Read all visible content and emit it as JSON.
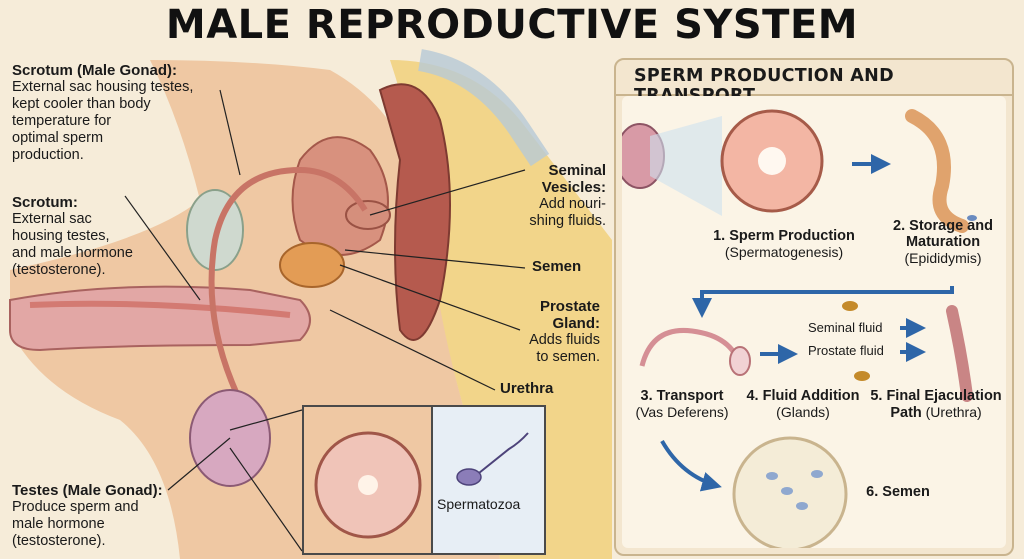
{
  "title": "MALE REPRODUCTIVE SYSTEM",
  "labels": {
    "scrotum_gonad": {
      "heading": "Scrotum (Male Gonad):",
      "lines": [
        "External sac housing testes,",
        "kept cooler than body",
        "temperature for",
        "optimal sperm",
        "production."
      ]
    },
    "scrotum": {
      "heading": "Scrotum:",
      "lines": [
        "External sac",
        "housing testes,",
        "and male hormone",
        "(testosterone)."
      ]
    },
    "testes": {
      "heading": "Testes (Male Gonad):",
      "lines": [
        "Produce sperm and",
        "male hormone",
        "(testosterone)."
      ]
    },
    "seminal_vesicles": {
      "heading1": "Seminal",
      "heading2": "Vesicles:",
      "lines": [
        "Add nouri-",
        "shing fluids."
      ]
    },
    "semen": {
      "heading": "Semen"
    },
    "prostate": {
      "heading1": "Prostate",
      "heading2": "Gland:",
      "lines": [
        "Adds fluids",
        "to semen."
      ]
    },
    "urethra": {
      "heading": "Urethra"
    },
    "spermatozoa": "Spermatozoa"
  },
  "panel": {
    "title": "SPERM PRODUCTION AND TRANSPORT",
    "steps": [
      {
        "title": "1. Sperm Production",
        "sub": "(Spermatogenesis)"
      },
      {
        "title1": "2. Storage and",
        "title2": "Maturation",
        "sub": "(Epididymis)"
      },
      {
        "title": "3. Transport",
        "sub": "(Vas Deferens)"
      },
      {
        "title": "4. Fluid Addition",
        "sub": "(Glands)"
      },
      {
        "title1": "5. Final Ejaculation",
        "title2": "Path",
        "sub": "(Urethra)"
      },
      {
        "title": "6. Semen"
      }
    ],
    "flow_labels": {
      "seminal": "Seminal fluid",
      "prostate": "Prostate fluid"
    }
  },
  "colors": {
    "background": "#f6ecd9",
    "arrow": "#2e66a8",
    "tissue": "#c97a6a",
    "skin": "#efc8a3",
    "bone": "#f2d58a"
  }
}
